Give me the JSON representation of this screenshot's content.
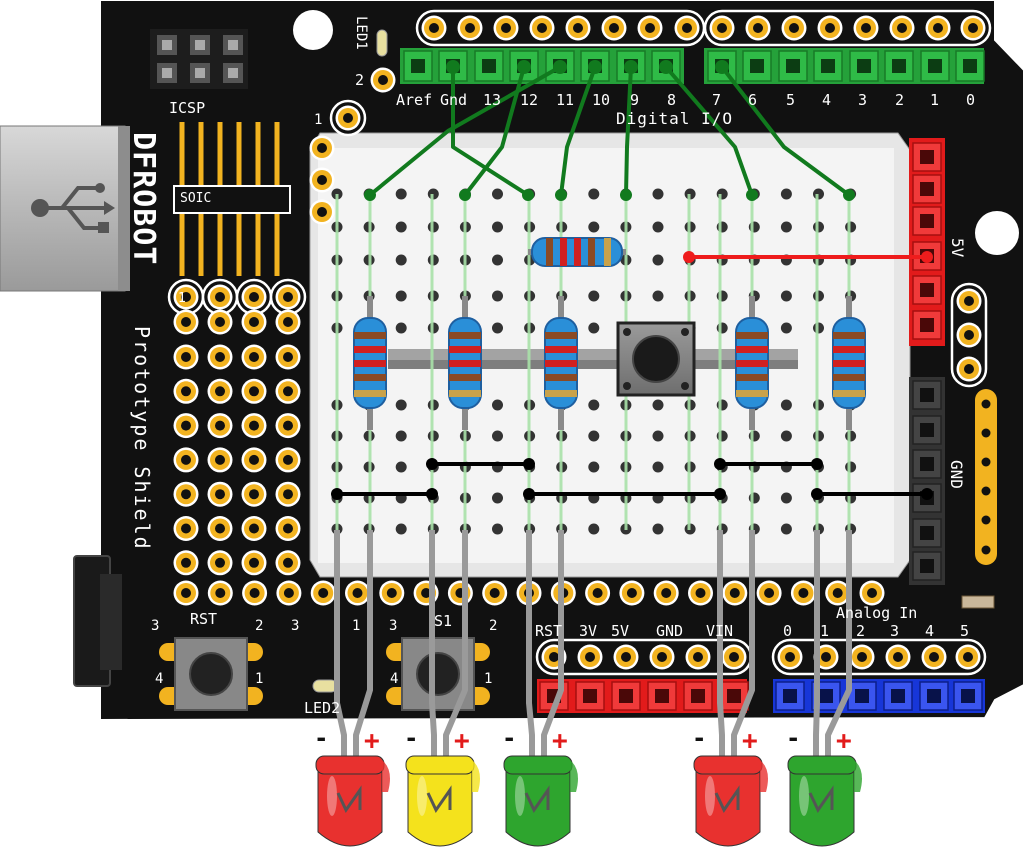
{
  "board": {
    "brand": "DFROBOT",
    "name": "Prototype Shield",
    "icsp_label": "ICSP",
    "soic_label": "SOIC",
    "led1_label": "LED1",
    "led1_pin": "2",
    "led2_label": "LED2",
    "rst_label": "RST",
    "s1_label": "S1",
    "digital_label": "Digital I/O",
    "analog_label": "Analog In",
    "fivev_label": "5V",
    "gnd_label": "GND",
    "pin_one": "1",
    "rst_nums": [
      "3",
      "2",
      "4",
      "1"
    ],
    "s1_nums": [
      "3",
      "3",
      "2",
      "4",
      "1"
    ],
    "s1_left_num": "1",
    "digital_pins": [
      "Aref",
      "Gnd",
      "13",
      "12",
      "11",
      "10",
      "9",
      "8",
      "7",
      "6",
      "5",
      "4",
      "3",
      "2",
      "1",
      "0"
    ],
    "power_pins": [
      "RST",
      "3V",
      "5V",
      "GND",
      "VIN"
    ],
    "analog_pins": [
      "0",
      "1",
      "2",
      "3",
      "4",
      "5"
    ]
  },
  "leds": [
    {
      "color": "red",
      "minus": "-",
      "plus": "+"
    },
    {
      "color": "yellow",
      "minus": "-",
      "plus": "+"
    },
    {
      "color": "green",
      "minus": "-",
      "plus": "+"
    },
    {
      "color": "red",
      "minus": "-",
      "plus": "+"
    },
    {
      "color": "green",
      "minus": "-",
      "plus": "+"
    }
  ],
  "colors": {
    "pcb": "#111111",
    "pad": "#f2b320",
    "header_green": "#25a13a",
    "header_red": "#e21b1b",
    "header_blue": "#1736d8",
    "wire_green": "#117a1e",
    "wire_red": "#ee1c1c",
    "wire_black": "#000000",
    "resistor_body": "#2a8fd8",
    "led_red": "#e8312f",
    "led_yellow": "#f4e21c",
    "led_green": "#2ea52e"
  },
  "icons": [
    "usb-icon",
    "pushbutton-icon",
    "resistor-icon",
    "led-icon"
  ]
}
